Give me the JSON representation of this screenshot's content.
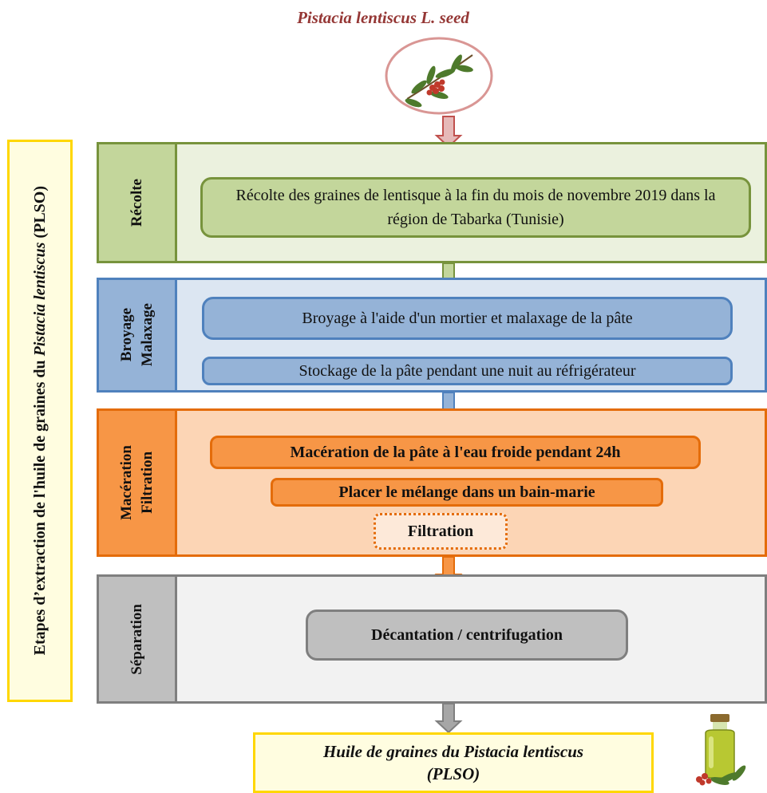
{
  "title": "Pistacia lentiscus L. seed",
  "left_label": {
    "text_before": "Etapes d’extraction de l'huile de graines du ",
    "italic": "Pistacia lentiscus",
    "text_after": " (PLSO)"
  },
  "stages": [
    {
      "label": "Récolte",
      "steps": [
        "Récolte des graines de lentisque à la fin du mois de novembre 2019 dans la région de Tabarka (Tunisie)"
      ]
    },
    {
      "label_lines": [
        "Broyage",
        "Malaxage"
      ],
      "steps": [
        "Broyage à l'aide d'un mortier et malaxage de la pâte",
        "Stockage de la pâte pendant une nuit au réfrigérateur"
      ]
    },
    {
      "label_lines": [
        "Macération",
        "Filtration"
      ],
      "steps": [
        "Macération de la pâte à l'eau froide pendant 24h",
        "Placer le mélange dans un bain-marie",
        "Filtration"
      ]
    },
    {
      "label": "Séparation",
      "steps": [
        "Décantation / centrifugation"
      ]
    }
  ],
  "output": "Huile de graines du Pistacia lentiscus (PLSO)",
  "icons": [
    "pistacia-branch-icon",
    "oil-bottle-icon"
  ],
  "colors": {
    "green": "#77933c",
    "green_fill": "#c3d69b",
    "blue": "#4f81bd",
    "blue_fill": "#95b3d7",
    "orange": "#e46c0a",
    "orange_fill": "#f79646",
    "gray": "#7f7f7f",
    "gray_fill": "#bfbfbf",
    "title": "#953735",
    "frame": "#ffd700"
  }
}
